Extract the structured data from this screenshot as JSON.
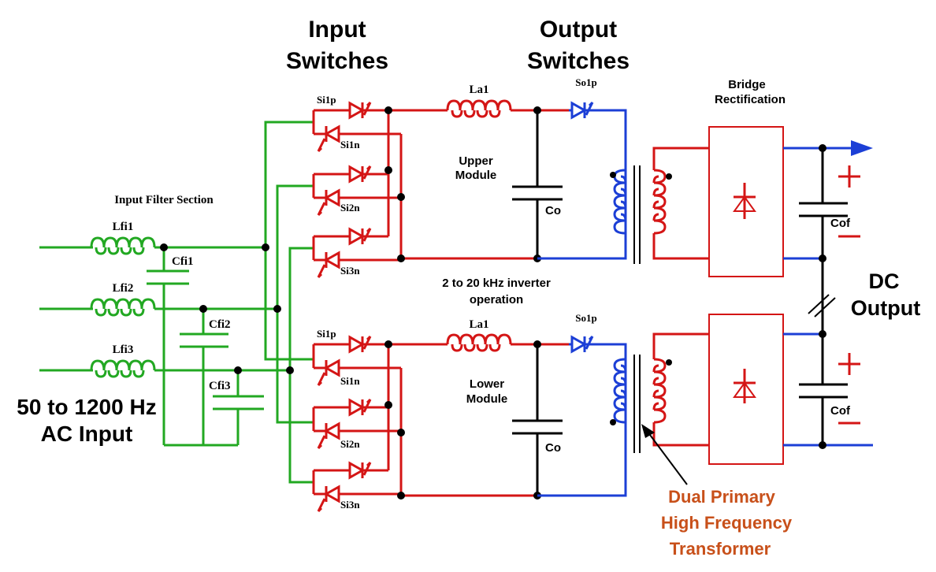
{
  "labels": {
    "input_switches": [
      "Input",
      "Switches"
    ],
    "output_switches": [
      "Output",
      "Switches"
    ],
    "input_filter_section": "Input Filter Section",
    "lfi1": "Lfi1",
    "lfi2": "Lfi2",
    "lfi3": "Lfi3",
    "cfi1": "Cfi1",
    "cfi2": "Cfi2",
    "cfi3": "Cfi3",
    "ac_input": [
      "50 to 1200 Hz",
      "AC Input"
    ],
    "si1p": "Si1p",
    "si1n": "Si1n",
    "si2n": "Si2n",
    "si3n": "Si3n",
    "la1": "La1",
    "so1p": "So1p",
    "upper_module": [
      "Upper",
      "Module"
    ],
    "lower_module": [
      "Lower",
      "Module"
    ],
    "co": "Co",
    "inverter_op": [
      "2 to 20 kHz inverter",
      "operation"
    ],
    "bridge_rectification": [
      "Bridge",
      "Rectification"
    ],
    "cof": "Cof",
    "dc_output": [
      "DC",
      "Output"
    ],
    "transformer": [
      "Dual Primary",
      "High Frequency",
      "Transformer"
    ]
  },
  "colors": {
    "input_filter": "#22a822",
    "switch_stage": "#d41515",
    "output_stage": "#1c3fd6",
    "transformer_label": "#c8501a"
  }
}
